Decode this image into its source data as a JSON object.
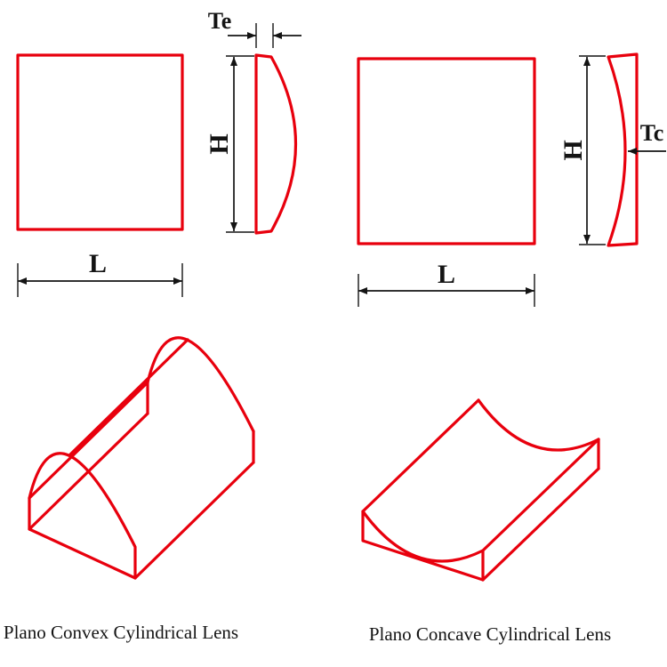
{
  "colors": {
    "red": "#e8000d",
    "black": "#141414"
  },
  "convex_panel": {
    "length_label": "L",
    "height_label": "H",
    "edge_thickness_label": "Te",
    "caption": "Plano Convex Cylindrical Lens"
  },
  "concave_panel": {
    "length_label": "L",
    "height_label": "H",
    "center_thickness_label": "Tc",
    "caption": "Plano Concave Cylindrical Lens"
  }
}
